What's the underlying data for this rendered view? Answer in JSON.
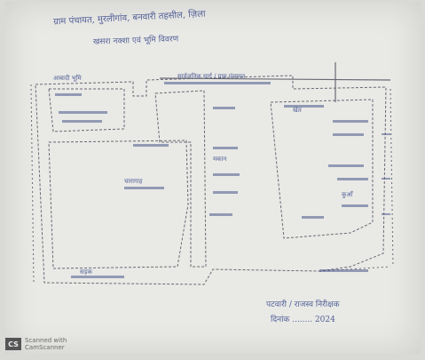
{
  "document": {
    "title_line1": "ग्राम पंचायत, मुरलीगांव, बनवारी तहसील, ज़िला",
    "title_line2": "खसरा नक्शा एवं भूमि विवरण",
    "title_line3": "उत्तर",
    "signature_line1": "पटवारी / राजस्व निरीक्षक",
    "signature_line2": "दिनांक ........ 2024"
  },
  "labels": {
    "plot_a": "आबादी भूमि",
    "road": "सार्वजनिक मार्ग / ग्राम पंचायत",
    "plot_b": "चारागाह",
    "plot_c": "खेत",
    "plot_d": "मकान",
    "plot_e": "कुआँ",
    "bottom": "सड़क"
  },
  "watermark": {
    "badge": "CS",
    "line1": "Scanned with",
    "line2": "CamScanner"
  }
}
